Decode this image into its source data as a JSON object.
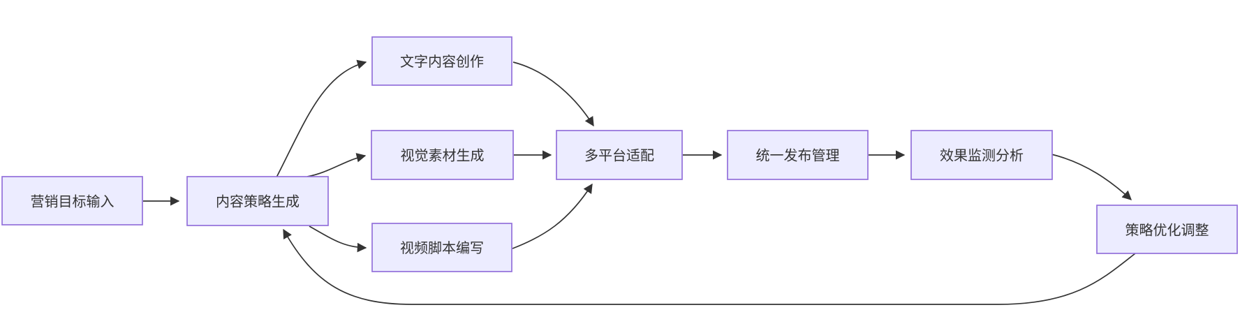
{
  "diagram": {
    "type": "flowchart",
    "direction": "left-to-right",
    "background": "#ffffff",
    "node_style": {
      "fill": "#ECECFF",
      "border": "#9370DB",
      "text_color": "#333333"
    },
    "edge_color": "#333333",
    "nodes": [
      {
        "id": "marketing-goal-input",
        "label": "营销目标输入"
      },
      {
        "id": "content-strategy-generation",
        "label": "内容策略生成"
      },
      {
        "id": "text-content-creation",
        "label": "文字内容创作"
      },
      {
        "id": "visual-material-generation",
        "label": "视觉素材生成"
      },
      {
        "id": "video-script-writing",
        "label": "视频脚本编写"
      },
      {
        "id": "multi-platform-adaptation",
        "label": "多平台适配"
      },
      {
        "id": "unified-publishing-management",
        "label": "统一发布管理"
      },
      {
        "id": "effect-monitoring-analysis",
        "label": "效果监测分析"
      },
      {
        "id": "strategy-optimization-adjustment",
        "label": "策略优化调整"
      }
    ],
    "edges": [
      {
        "from": "marketing-goal-input",
        "to": "content-strategy-generation"
      },
      {
        "from": "content-strategy-generation",
        "to": "text-content-creation"
      },
      {
        "from": "content-strategy-generation",
        "to": "visual-material-generation"
      },
      {
        "from": "content-strategy-generation",
        "to": "video-script-writing"
      },
      {
        "from": "text-content-creation",
        "to": "multi-platform-adaptation"
      },
      {
        "from": "visual-material-generation",
        "to": "multi-platform-adaptation"
      },
      {
        "from": "video-script-writing",
        "to": "multi-platform-adaptation"
      },
      {
        "from": "multi-platform-adaptation",
        "to": "unified-publishing-management"
      },
      {
        "from": "unified-publishing-management",
        "to": "effect-monitoring-analysis"
      },
      {
        "from": "effect-monitoring-analysis",
        "to": "strategy-optimization-adjustment"
      },
      {
        "from": "strategy-optimization-adjustment",
        "to": "content-strategy-generation"
      }
    ]
  }
}
